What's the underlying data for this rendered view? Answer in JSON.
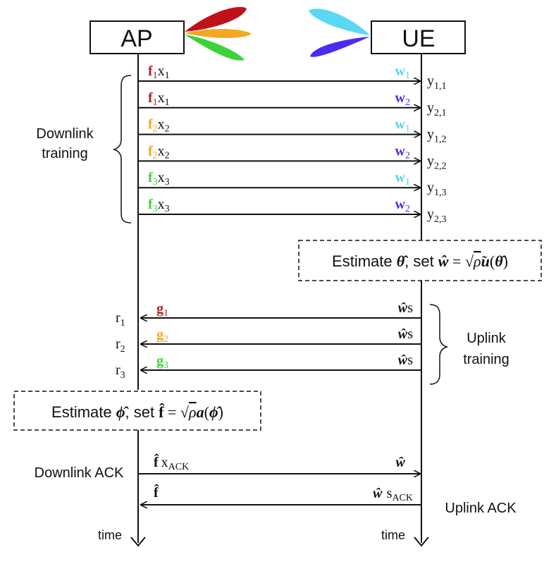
{
  "entities": {
    "left": "AP",
    "right": "UE"
  },
  "timeline_label": "time",
  "downlink_training_label": [
    "Downlink",
    "training"
  ],
  "uplink_training_label": [
    "Uplink",
    "training"
  ],
  "downlink_messages": [
    {
      "tx_main": "f",
      "tx_sub": "1",
      "tx_sym": "x",
      "tx_sym_sub": "1",
      "rx_main": "w",
      "rx_sub": "1",
      "out_main": "y",
      "out_sub": "1,1",
      "tx_color": "#b22222",
      "rx_color": "#4dd6f0"
    },
    {
      "tx_main": "f",
      "tx_sub": "1",
      "tx_sym": "x",
      "tx_sym_sub": "1",
      "rx_main": "w",
      "rx_sub": "2",
      "out_main": "y",
      "out_sub": "2,1",
      "tx_color": "#b22222",
      "rx_color": "#4a2cf0"
    },
    {
      "tx_main": "f",
      "tx_sub": "2",
      "tx_sym": "x",
      "tx_sym_sub": "2",
      "rx_main": "w",
      "rx_sub": "1",
      "out_main": "y",
      "out_sub": "1,2",
      "tx_color": "#f5a623",
      "rx_color": "#4dd6f0"
    },
    {
      "tx_main": "f",
      "tx_sub": "2",
      "tx_sym": "x",
      "tx_sym_sub": "2",
      "rx_main": "w",
      "rx_sub": "2",
      "out_main": "y",
      "out_sub": "2,2",
      "tx_color": "#f5a623",
      "rx_color": "#4a2cf0"
    },
    {
      "tx_main": "f",
      "tx_sub": "3",
      "tx_sym": "x",
      "tx_sym_sub": "3",
      "rx_main": "w",
      "rx_sub": "1",
      "out_main": "y",
      "out_sub": "1,3",
      "tx_color": "#3ad43a",
      "rx_color": "#4dd6f0"
    },
    {
      "tx_main": "f",
      "tx_sub": "3",
      "tx_sym": "x",
      "tx_sym_sub": "3",
      "rx_main": "w",
      "rx_sub": "2",
      "out_main": "y",
      "out_sub": "2,3",
      "tx_color": "#3ad43a",
      "rx_color": "#4a2cf0"
    }
  ],
  "ue_estimate": {
    "prefix": "Estimate ",
    "theta_hat": "θ̂",
    "middle": ", set ",
    "w_hat": "ŵ",
    "equals": " = ",
    "sqrt": "√",
    "rho_tilde": "ρ̃",
    "func": "u",
    "open": "(",
    "close": ")"
  },
  "uplink_messages": [
    {
      "rx_out_main": "r",
      "rx_out_sub": "1",
      "ap_main": "g",
      "ap_sub": "1",
      "ue_main": "ŵ",
      "ue_sym": "s",
      "color": "#b22222"
    },
    {
      "rx_out_main": "r",
      "rx_out_sub": "2",
      "ap_main": "g",
      "ap_sub": "2",
      "ue_main": "ŵ",
      "ue_sym": "s",
      "color": "#f5a623"
    },
    {
      "rx_out_main": "r",
      "rx_out_sub": "3",
      "ap_main": "g",
      "ap_sub": "3",
      "ue_main": "ŵ",
      "ue_sym": "s",
      "color": "#3ad43a"
    }
  ],
  "ap_estimate": {
    "prefix": "Estimate ",
    "phi_hat": "ϕ̂",
    "middle": ", set ",
    "f_hat": "f̂",
    "equals": " = ",
    "sqrt": "√",
    "rho": "ρ",
    "func": "a",
    "open": "(",
    "close": ")"
  },
  "ack": {
    "downlink_label": "Downlink ACK",
    "uplink_label": "Uplink ACK",
    "downlink_tx_main": "f̂",
    "downlink_tx_sym": "x",
    "downlink_tx_sub": "ACK",
    "downlink_rx": "ŵ",
    "uplink_ue_main": "ŵ",
    "uplink_ue_sym": "s",
    "uplink_ue_sub": "ACK",
    "uplink_ap": "f̂"
  },
  "colors": {
    "line": "#111111",
    "beam_red": "#c0111b",
    "beam_orange": "#f5a623",
    "beam_green": "#3ad43a",
    "beam_cyan": "#5ad8f4",
    "beam_violet": "#4a2cf0"
  }
}
